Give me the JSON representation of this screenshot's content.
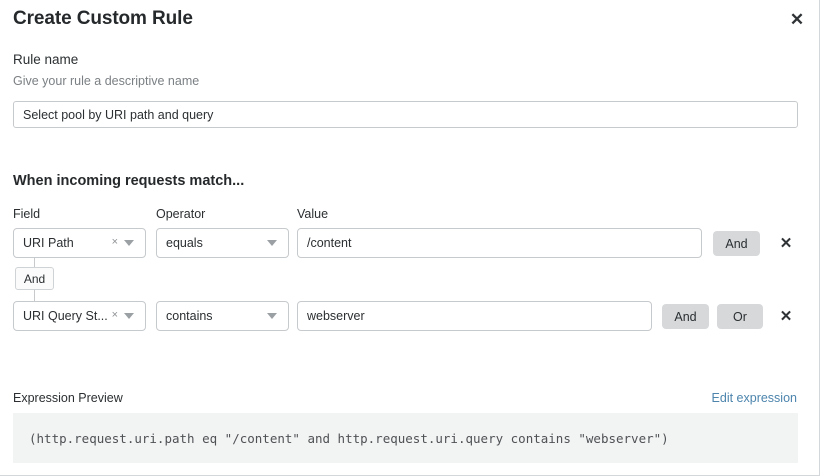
{
  "dialog": {
    "title": "Create Custom Rule",
    "close_label": "✕"
  },
  "rule_name": {
    "label": "Rule name",
    "hint": "Give your rule a descriptive name",
    "value": "Select pool by URI path and query",
    "placeholder": ""
  },
  "match_section": {
    "heading": "When incoming requests match...",
    "columns": {
      "field": "Field",
      "operator": "Operator",
      "value": "Value"
    },
    "connector": {
      "label": "And"
    },
    "rows": [
      {
        "field": "URI Path",
        "clear_icon": "×",
        "operator": "equals",
        "value": "/content",
        "buttons": [
          "And"
        ],
        "remove_label": "✕"
      },
      {
        "field": "URI Query St...",
        "clear_icon": "×",
        "operator": "contains",
        "value": "webserver",
        "buttons": [
          "And",
          "Or"
        ],
        "remove_label": "✕"
      }
    ]
  },
  "expression": {
    "label": "Expression Preview",
    "edit_link": "Edit expression",
    "text": "(http.request.uri.path eq \"/content\" and http.request.uri.query contains \"webserver\")"
  },
  "colors": {
    "link": "#4d85ad",
    "button_bg": "#d6d8da",
    "border": "#c7cacc",
    "expr_bg": "#f2f3f3"
  }
}
